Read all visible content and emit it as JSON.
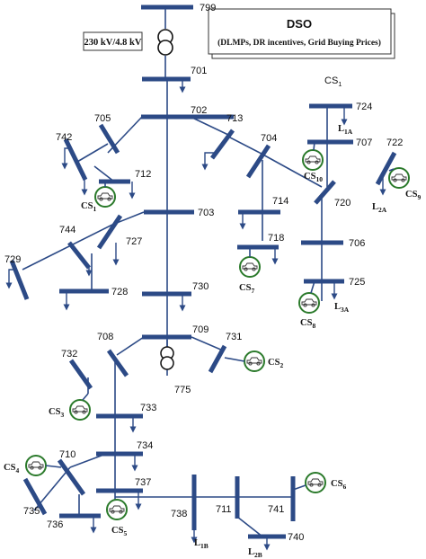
{
  "dso": {
    "title": "DSO",
    "subtitle": "(DLMPs, DR incentives, Grid Buying Prices)"
  },
  "transformer_rating": "230 kV/4.8 kV",
  "cs_header": "CS",
  "cs_header_sub": "1",
  "buses": {
    "b799": "799",
    "b701": "701",
    "b702": "702",
    "b705": "705",
    "b742": "742",
    "b712": "712",
    "b713": "713",
    "b704": "704",
    "b714": "714",
    "b718": "718",
    "b720": "720",
    "b706": "706",
    "b725": "725",
    "b724": "724",
    "b707": "707",
    "b722": "722",
    "b703": "703",
    "b744": "744",
    "b727": "727",
    "b729": "729",
    "b728": "728",
    "b730": "730",
    "b709": "709",
    "b775": "775",
    "b708": "708",
    "b731": "731",
    "b732": "732",
    "b733": "733",
    "b734": "734",
    "b710": "710",
    "b735": "735",
    "b736": "736",
    "b737": "737",
    "b738": "738",
    "b711": "711",
    "b741": "741",
    "b740": "740"
  },
  "loads": {
    "l1a": "L",
    "l1a_sub": "1A",
    "l2a": "L",
    "l2a_sub": "2A",
    "l3a": "L",
    "l3a_sub": "3A",
    "l1b": "L",
    "l1b_sub": "1B",
    "l2b": "L",
    "l2b_sub": "2B"
  },
  "stations": {
    "cs1": "CS",
    "cs1_sub": "1",
    "cs2": "CS",
    "cs2_sub": "2",
    "cs3": "CS",
    "cs3_sub": "3",
    "cs4": "CS",
    "cs4_sub": "4",
    "cs5": "CS",
    "cs5_sub": "5",
    "cs6": "CS",
    "cs6_sub": "6",
    "cs7": "CS",
    "cs7_sub": "7",
    "cs8": "CS",
    "cs8_sub": "8",
    "cs9": "CS",
    "cs9_sub": "9",
    "cs10": "CS",
    "cs10_sub": "10"
  },
  "colors": {
    "bus": "#2c4a86",
    "station_ring": "#2b7a2b"
  },
  "icons": {
    "station": "ev-car-icon",
    "transformer": "transformer-icon",
    "load": "load-arrow-icon"
  }
}
